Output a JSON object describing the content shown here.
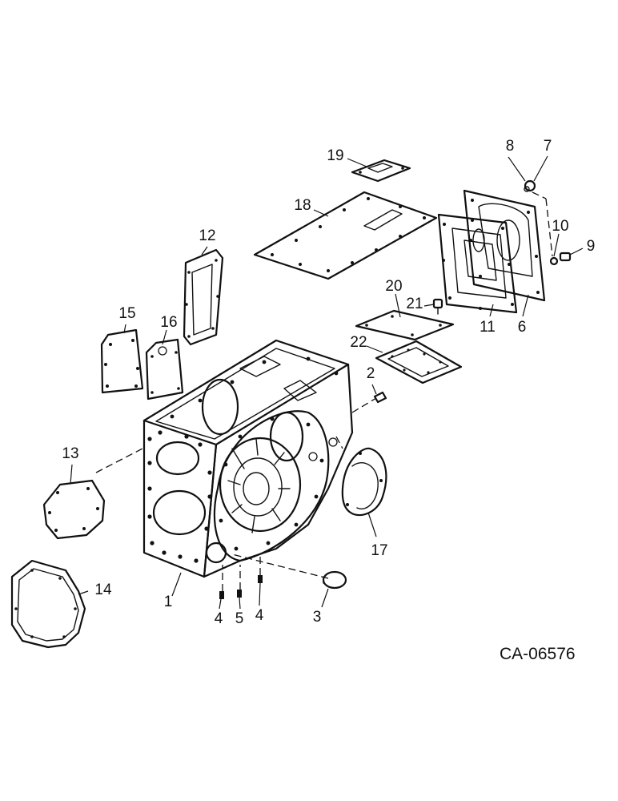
{
  "figure_id": "CA-06576",
  "callouts": [
    {
      "label": "1"
    },
    {
      "label": "2"
    },
    {
      "label": "3"
    },
    {
      "label": "4"
    },
    {
      "label": "5"
    },
    {
      "label": "4"
    },
    {
      "label": "6"
    },
    {
      "label": "7"
    },
    {
      "label": "8"
    },
    {
      "label": "9"
    },
    {
      "label": "10"
    },
    {
      "label": "11"
    },
    {
      "label": "12"
    },
    {
      "label": "13"
    },
    {
      "label": "14"
    },
    {
      "label": "15"
    },
    {
      "label": "16"
    },
    {
      "label": "17"
    },
    {
      "label": "18"
    },
    {
      "label": "19"
    },
    {
      "label": "20"
    },
    {
      "label": "21"
    },
    {
      "label": "22"
    }
  ]
}
